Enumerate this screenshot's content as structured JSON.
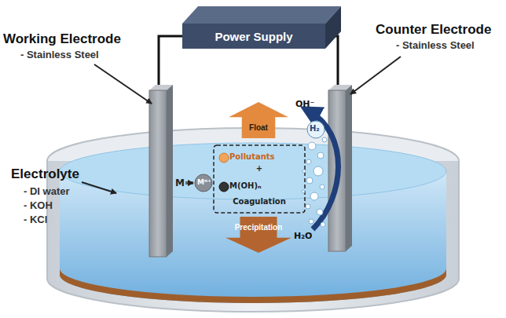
{
  "diagram": {
    "nodes": [
      {
        "text": [
          "Power Supply"
        ]
      },
      {
        "text": [
          "Float"
        ]
      },
      {
        "text": [
          "Pollutants",
          "+",
          "M(OH)ₙ",
          "Coagulation"
        ]
      },
      {
        "text": [
          "Precipitation"
        ]
      }
    ],
    "labels": [
      "Working Electrode",
      "- Stainless Steel",
      "Counter Electrode",
      "- Stainless Steel",
      "Electrolyte",
      "- DI water",
      "- KOH",
      "- KCl",
      "M",
      "Mⁿ⁺",
      "OH⁻",
      "H₂",
      "H₂O"
    ]
  }
}
